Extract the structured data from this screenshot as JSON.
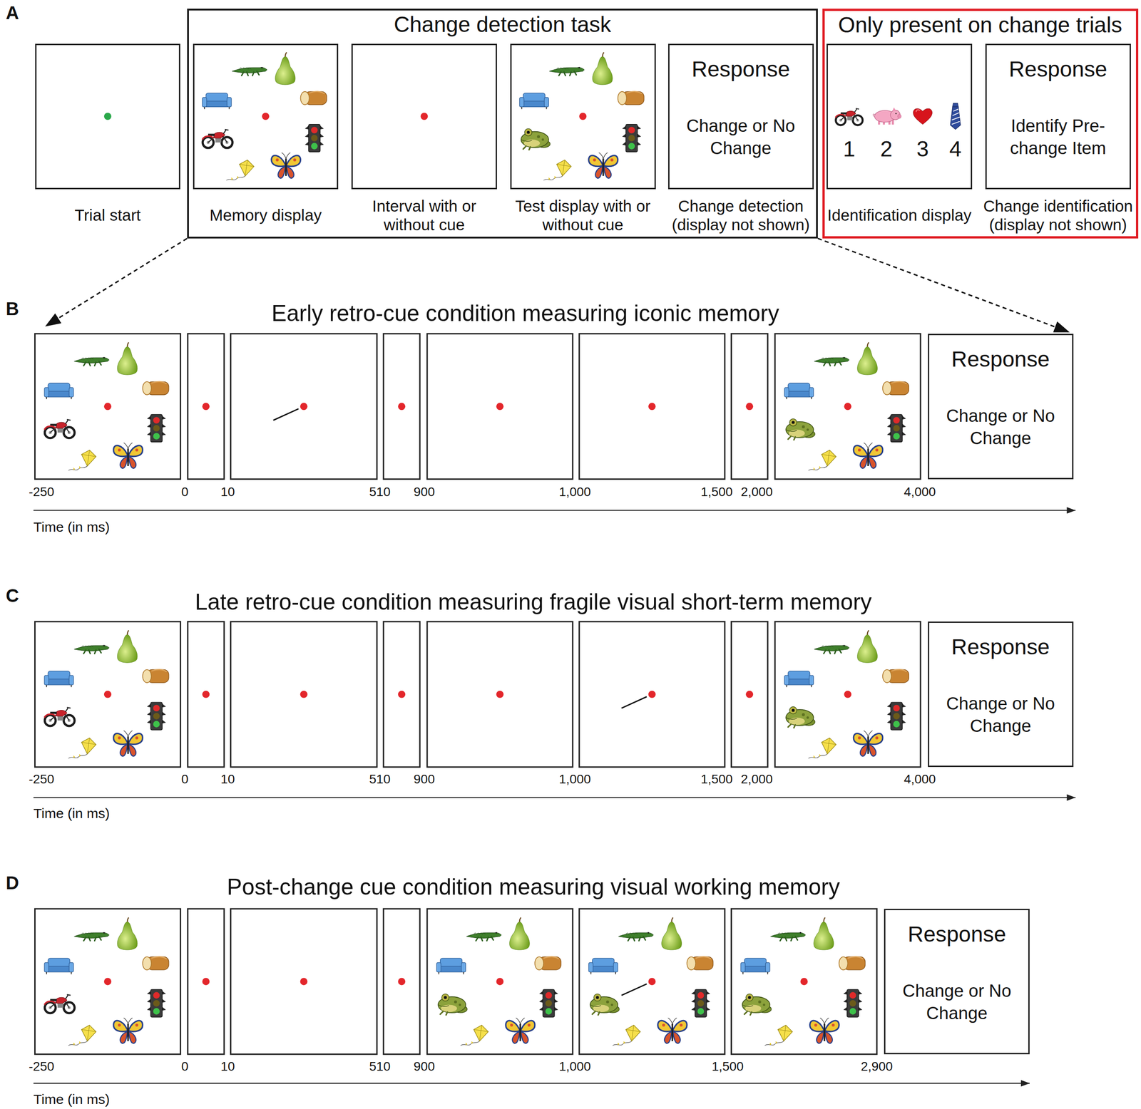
{
  "diagram": {
    "nodes": [
      {
        "text": [
          "Trial start"
        ]
      },
      {
        "text": [
          "Change detection task"
        ]
      },
      {
        "text": [
          "Memory display"
        ],
        "in": 1
      },
      {
        "text": [
          "Interval with or without cue"
        ],
        "in": 1
      },
      {
        "text": [
          "Test display with or without cue"
        ],
        "in": 1
      },
      {
        "text": [
          "Response",
          "Change or No Change",
          "Change detection (display not shown)"
        ],
        "in": 1
      },
      {
        "text": [
          "Only present on change trials"
        ]
      },
      {
        "text": [
          "1",
          "2",
          "3",
          "4",
          "Identification display"
        ],
        "in": 6
      },
      {
        "text": [
          "Response",
          "Identify Pre-change Item",
          "Change identification (display not shown)"
        ],
        "in": 6
      },
      {
        "text": [
          "Response",
          "Change or No Change"
        ]
      },
      {
        "text": [
          "Response",
          "Change or No Change"
        ]
      },
      {
        "text": [
          "Response",
          "Change or No Change"
        ]
      }
    ],
    "edges": [
      {
        "from": 1,
        "to": 9,
        "arrow": "to"
      }
    ],
    "labels": [
      "A",
      "B",
      "Early retro-cue condition measuring iconic memory",
      "-250",
      "0",
      "10",
      "510",
      "900",
      "1,000",
      "1,500",
      "2,000",
      "4,000",
      "Time (in ms)",
      "C",
      "Late retro-cue condition measuring fragile visual short-term memory",
      "-250",
      "0",
      "10",
      "510",
      "900",
      "1,000",
      "1,500",
      "2,000",
      "4,000",
      "Time (in ms)",
      "D",
      "Post-change cue condition measuring visual working memory",
      "-250",
      "0",
      "10",
      "510",
      "900",
      "1,000",
      "1,500",
      "2,900",
      "Time (in ms)"
    ]
  }
}
